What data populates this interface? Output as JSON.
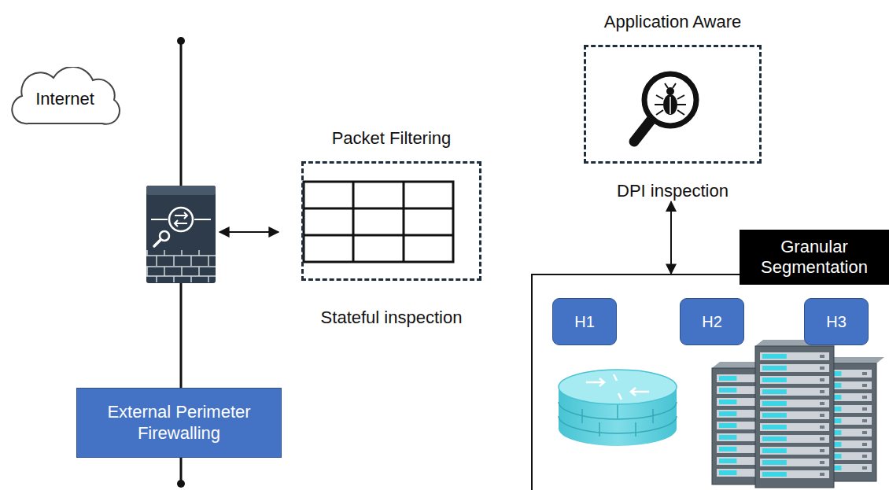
{
  "diagram": {
    "nodes": [
      {
        "text": [
          "Internet"
        ]
      },
      {
        "text": [
          "External Perimeter Firewalling"
        ]
      },
      {
        "text": [
          "Packet Filtering",
          "Stateful inspection"
        ]
      },
      {
        "text": [
          "Application Aware",
          "DPI inspection"
        ]
      },
      {
        "text": [
          "Granular Segmentation"
        ]
      },
      {
        "text": [
          "H1"
        ],
        "in": 4
      },
      {
        "text": [
          "H2"
        ],
        "in": 4
      },
      {
        "text": [
          "H3"
        ],
        "in": 4
      }
    ],
    "edges": [
      {
        "from": 3,
        "to": 4,
        "arrow": "both"
      }
    ]
  }
}
